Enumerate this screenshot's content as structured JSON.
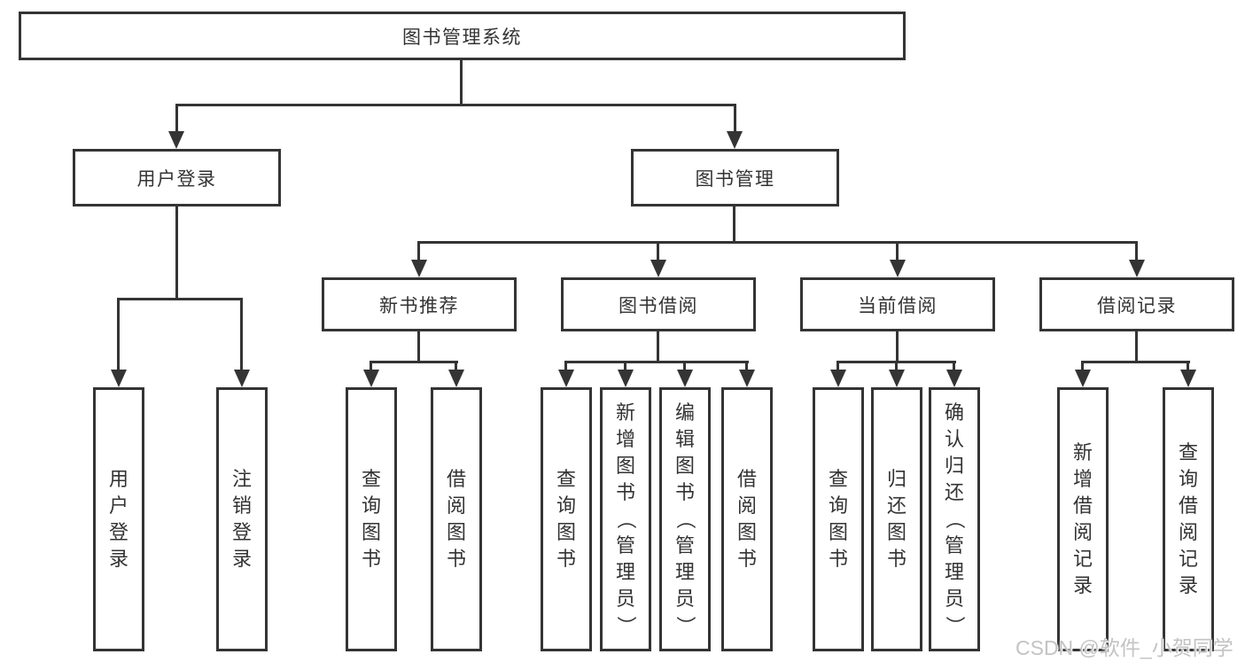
{
  "tree": {
    "root": {
      "label": "图书管理系统"
    },
    "branches": [
      {
        "label": "用户登录",
        "children": [
          "用户登录",
          "注销登录"
        ]
      },
      {
        "label": "图书管理",
        "children": [
          {
            "label": "新书推荐",
            "children": [
              "查询图书",
              "借阅图书"
            ]
          },
          {
            "label": "图书借阅",
            "children": [
              "查询图书",
              "新增图书（管理员）",
              "编辑图书（管理员）",
              "借阅图书"
            ]
          },
          {
            "label": "当前借阅",
            "children": [
              "查询图书",
              "归还图书",
              "确认归还（管理员）"
            ]
          },
          {
            "label": "借阅记录",
            "children": [
              "新增借阅记录",
              "查询借阅记录"
            ]
          }
        ]
      }
    ]
  },
  "colors": {
    "line": "#343434",
    "text": "#333333",
    "background": "#ffffff",
    "watermark": "#c3c3c3"
  },
  "watermark": "CSDN @软件_小贺同学"
}
